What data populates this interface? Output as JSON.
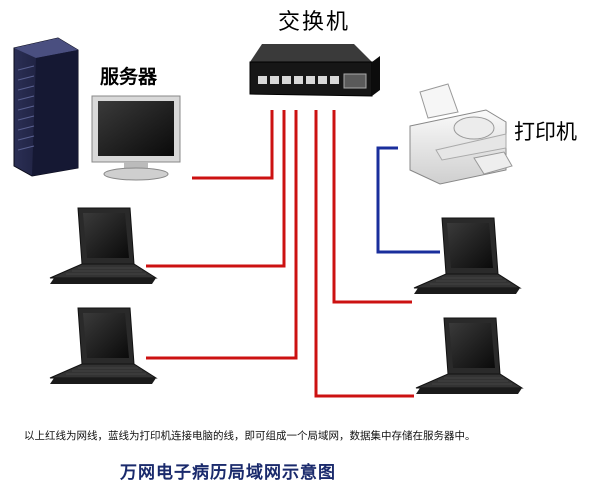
{
  "labels": {
    "switch": "交换机",
    "server": "服务器",
    "printer": "打印机"
  },
  "note": "以上红线为网线，蓝线为打印机连接电脑的线，即可组成一个局域网，数据集中存储在服务器中。",
  "title": "万网电子病历局域网示意图",
  "colors": {
    "network_cable": "#cc1111",
    "printer_cable": "#1a2e9c",
    "title_text": "#1a2a6c"
  }
}
